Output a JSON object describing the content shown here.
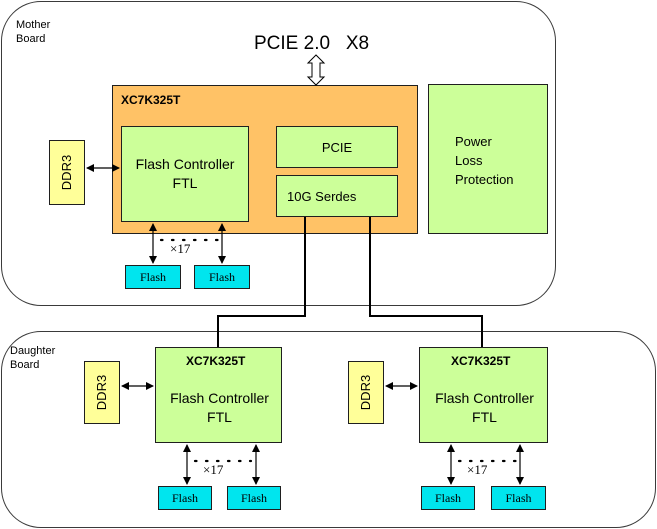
{
  "mother_board": {
    "label_line1": "Mother",
    "label_line2": "Board",
    "bus_label": "PCIE 2.0   X8",
    "fpga": {
      "title": "XC7K325T",
      "flash_controller": {
        "line1": "Flash Controller",
        "line2": "FTL"
      },
      "pcie": "PCIE",
      "serdes": "10G Serdes"
    },
    "ddr": "DDR3",
    "power": {
      "line1": "Power",
      "line2": "Loss",
      "line3": "Protection"
    },
    "flash_left": "Flash",
    "flash_right": "Flash",
    "multiplier": "×17"
  },
  "daughter_board": {
    "label_line1": "Daughter",
    "label_line2": "Board",
    "modules": [
      {
        "title": "XC7K325T",
        "controller": {
          "line1": "Flash Controller",
          "line2": "FTL"
        },
        "ddr": "DDR3",
        "flash_left": "Flash",
        "flash_right": "Flash",
        "multiplier": "×17"
      },
      {
        "title": "XC7K325T",
        "controller": {
          "line1": "Flash Controller",
          "line2": "FTL"
        },
        "ddr": "DDR3",
        "flash_left": "Flash",
        "flash_right": "Flash",
        "multiplier": "×17"
      }
    ]
  },
  "colors": {
    "fpga_fill": "#ffc266",
    "block_fill": "#ccff99",
    "ddr_fill": "#ffff99",
    "flash_fill": "#00e5ee",
    "outline": "#1f1f1f"
  }
}
